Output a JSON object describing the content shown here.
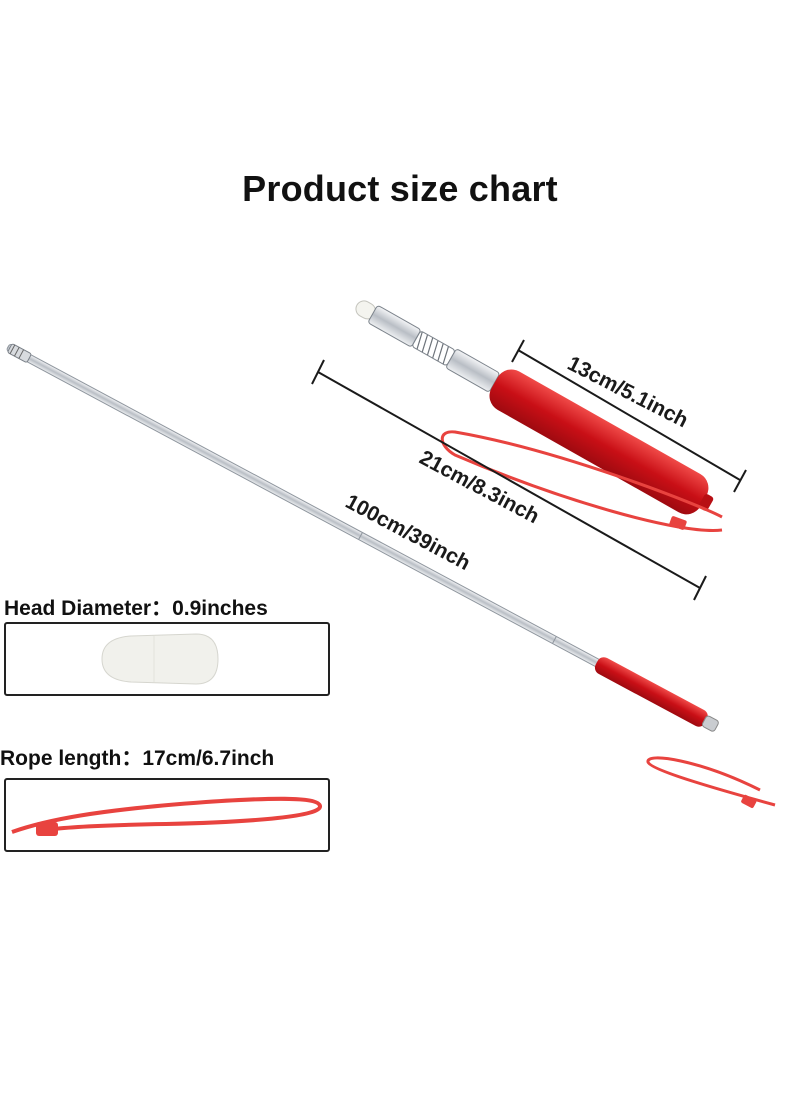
{
  "title": "Product size chart",
  "dimensions": {
    "handle": "13cm/5.1inch",
    "collapsed": "21cm/8.3inch",
    "extended": "100cm/39inch"
  },
  "specs": {
    "head_diameter": {
      "label": "Head Diameter：",
      "value": "0.9inches"
    },
    "rope_length": {
      "label": "Rope length：",
      "value": "17cm/6.7inch"
    }
  },
  "colors": {
    "handle": "#d6161b",
    "rope": "#e8433f",
    "metal": "#c8ccd1",
    "tip": "#f1f1ec"
  }
}
